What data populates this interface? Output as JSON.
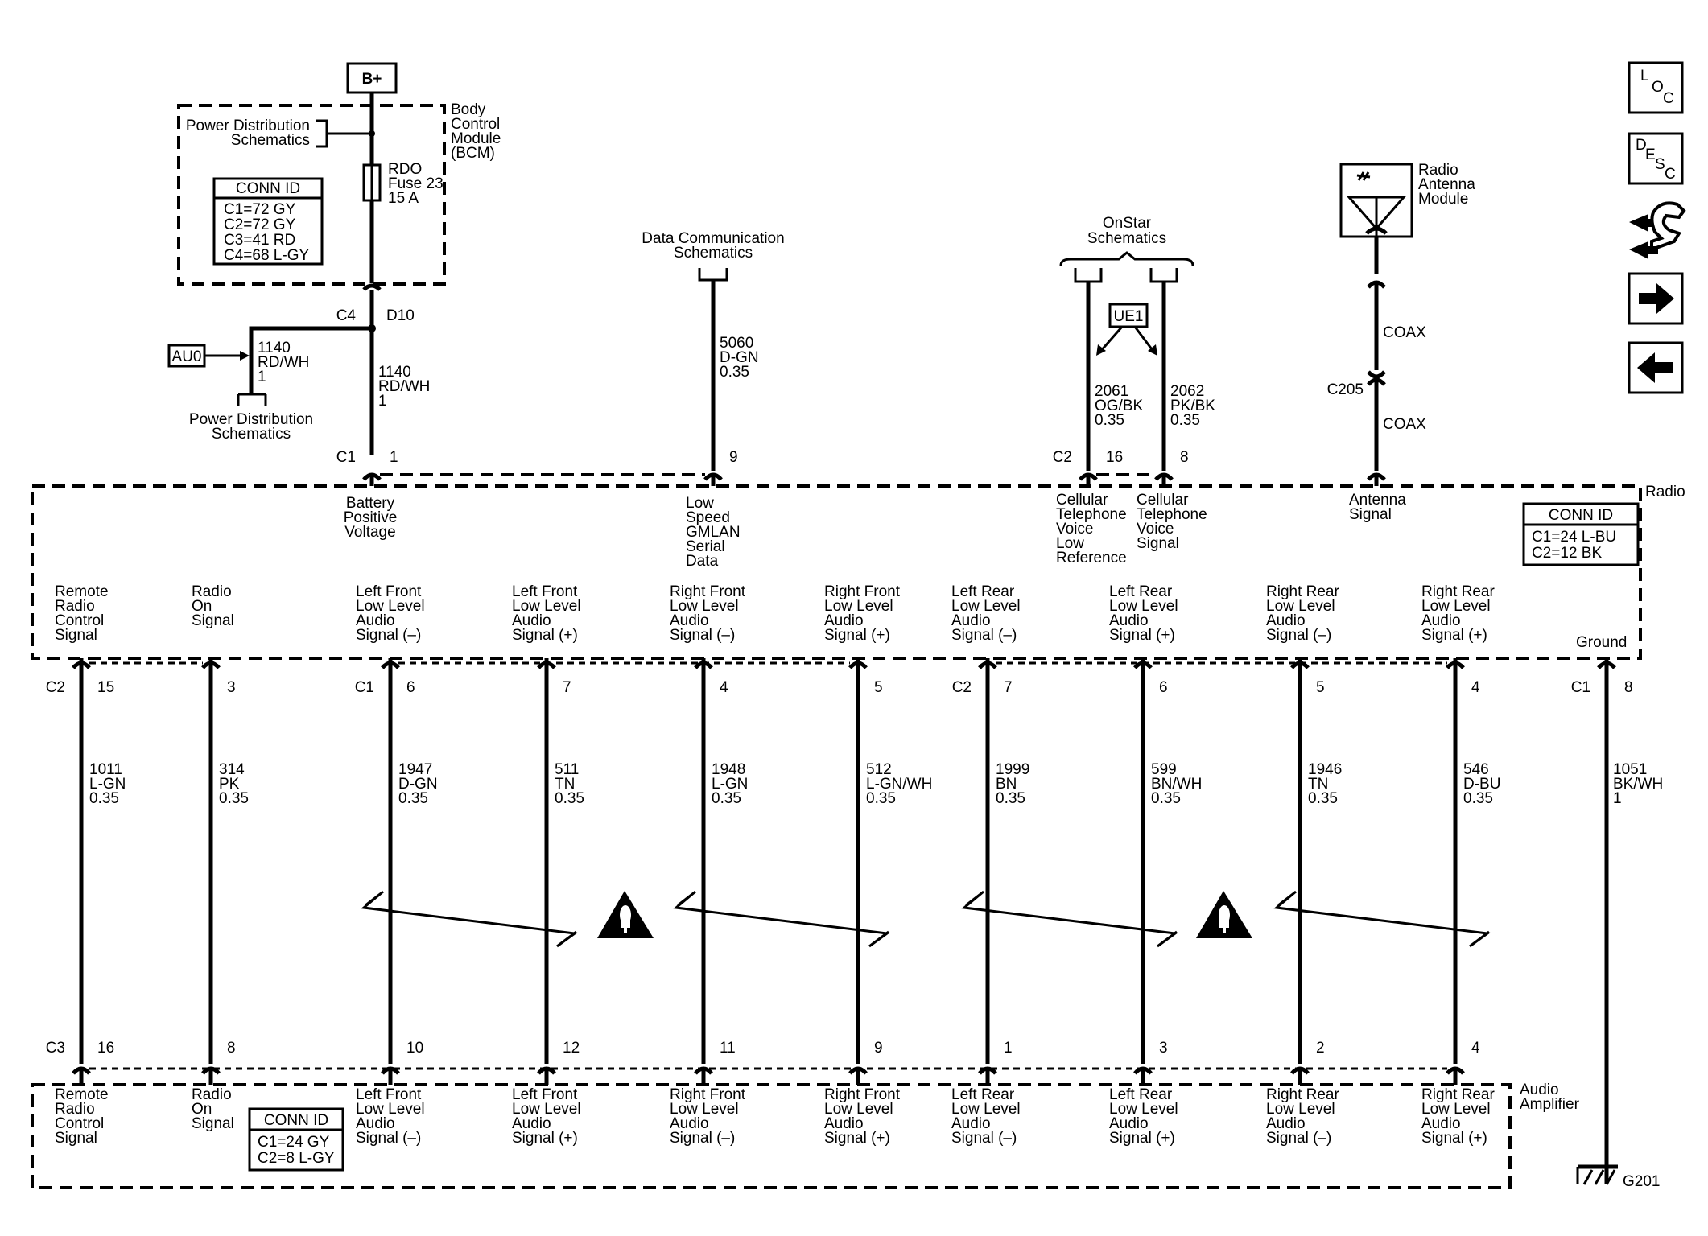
{
  "top": {
    "bplus": "B+",
    "bcm_label": [
      "Body",
      "Control",
      "Module",
      "(BCM)"
    ],
    "pds_top": [
      "Power Distribution",
      "Schematics"
    ],
    "fuse": [
      "RDO",
      "Fuse 23",
      "15 A"
    ],
    "bcm_conn": {
      "title": "CONN ID",
      "lines": [
        "C1=72 GY",
        "C2=72 GY",
        "C3=41 RD",
        "C4=68 L-GY"
      ]
    },
    "c4": "C4",
    "d10": "D10",
    "au0": "AU0",
    "splice_wire": [
      "1140",
      "RD/WH",
      "1"
    ],
    "main_wire": [
      "1140",
      "RD/WH",
      "1"
    ],
    "pds_bottom": [
      "Power Distribution",
      "Schematics"
    ],
    "data_comm": [
      "Data Communication",
      "Schematics"
    ],
    "wire_5060": [
      "5060",
      "D-GN",
      "0.35"
    ],
    "onstar": [
      "OnStar",
      "Schematics"
    ],
    "ue1": "UE1",
    "wire_2061": [
      "2061",
      "OG/BK",
      "0.35"
    ],
    "wire_2062": [
      "2062",
      "PK/BK",
      "0.35"
    ],
    "antenna_module": [
      "Radio",
      "Antenna",
      "Module"
    ],
    "coax_top": "COAX",
    "c205": "C205",
    "coax_bottom": "COAX"
  },
  "radio": {
    "label": "Radio",
    "conn": {
      "title": "CONN ID",
      "lines": [
        "C1=24 L-BU",
        "C2=12 BK"
      ]
    },
    "top_pins": [
      {
        "conn": "C1",
        "pin": "1",
        "label": [
          "Battery",
          "Positive",
          "Voltage"
        ]
      },
      {
        "conn": "",
        "pin": "9",
        "label": [
          "Low",
          "Speed",
          "GMLAN",
          "Serial",
          "Data"
        ]
      },
      {
        "conn": "C2",
        "pin": "16",
        "label": [
          "Cellular",
          "Telephone",
          "Voice",
          "Low",
          "Reference"
        ]
      },
      {
        "conn": "",
        "pin": "8",
        "label": [
          "Cellular",
          "Telephone",
          "Voice",
          "Signal"
        ]
      },
      {
        "conn": "",
        "pin": "",
        "label": [
          "Antenna",
          "Signal"
        ]
      }
    ],
    "bottom_labels": [
      [
        "Remote",
        "Radio",
        "Control",
        "Signal"
      ],
      [
        "Radio",
        "On",
        "Signal"
      ],
      [
        "Left Front",
        "Low Level",
        "Audio",
        "Signal (–)"
      ],
      [
        "Left Front",
        "Low Level",
        "Audio",
        "Signal (+)"
      ],
      [
        "Right Front",
        "Low Level",
        "Audio",
        "Signal (–)"
      ],
      [
        "Right Front",
        "Low Level",
        "Audio",
        "Signal (+)"
      ],
      [
        "Left Rear",
        "Low Level",
        "Audio",
        "Signal (–)"
      ],
      [
        "Left Rear",
        "Low Level",
        "Audio",
        "Signal (+)"
      ],
      [
        "Right Rear",
        "Low Level",
        "Audio",
        "Signal (–)"
      ],
      [
        "Right Rear",
        "Low Level",
        "Audio",
        "Signal (+)"
      ]
    ],
    "ground": "Ground"
  },
  "circuits": [
    {
      "rconn": "C2",
      "rpin": "15",
      "wire": [
        "1011",
        "L-GN",
        "0.35"
      ],
      "aconn": "C3",
      "apin": "16"
    },
    {
      "rconn": "",
      "rpin": "3",
      "wire": [
        "314",
        "PK",
        "0.35"
      ],
      "aconn": "",
      "apin": "8"
    },
    {
      "rconn": "C1",
      "rpin": "6",
      "wire": [
        "1947",
        "D-GN",
        "0.35"
      ],
      "aconn": "",
      "apin": "10"
    },
    {
      "rconn": "",
      "rpin": "7",
      "wire": [
        "511",
        "TN",
        "0.35"
      ],
      "aconn": "",
      "apin": "12"
    },
    {
      "rconn": "",
      "rpin": "4",
      "wire": [
        "1948",
        "L-GN",
        "0.35"
      ],
      "aconn": "",
      "apin": "11"
    },
    {
      "rconn": "",
      "rpin": "5",
      "wire": [
        "512",
        "L-GN/WH",
        "0.35"
      ],
      "aconn": "",
      "apin": "9"
    },
    {
      "rconn": "C2",
      "rpin": "7",
      "wire": [
        "1999",
        "BN",
        "0.35"
      ],
      "aconn": "",
      "apin": "1"
    },
    {
      "rconn": "",
      "rpin": "6",
      "wire": [
        "599",
        "BN/WH",
        "0.35"
      ],
      "aconn": "",
      "apin": "3"
    },
    {
      "rconn": "",
      "rpin": "5",
      "wire": [
        "1946",
        "TN",
        "0.35"
      ],
      "aconn": "",
      "apin": "2"
    },
    {
      "rconn": "",
      "rpin": "4",
      "wire": [
        "546",
        "D-BU",
        "0.35"
      ],
      "aconn": "",
      "apin": "4"
    }
  ],
  "ground_circuit": {
    "rconn": "C1",
    "rpin": "8",
    "wire": [
      "1051",
      "BK/WH",
      "1"
    ],
    "ground_id": "G201"
  },
  "amplifier": {
    "label": [
      "Audio",
      "Amplifier"
    ],
    "conn": {
      "title": "CONN ID",
      "lines": [
        "C1=24 GY",
        "C2=8 L-GY"
      ]
    },
    "labels": [
      [
        "Remote",
        "Radio",
        "Control",
        "Signal"
      ],
      [
        "Radio",
        "On",
        "Signal"
      ],
      [
        "Left Front",
        "Low Level",
        "Audio",
        "Signal (–)"
      ],
      [
        "Left Front",
        "Low Level",
        "Audio",
        "Signal (+)"
      ],
      [
        "Right Front",
        "Low Level",
        "Audio",
        "Signal (–)"
      ],
      [
        "Right Front",
        "Low Level",
        "Audio",
        "Signal (+)"
      ],
      [
        "Left Rear",
        "Low Level",
        "Audio",
        "Signal (–)"
      ],
      [
        "Left Rear",
        "Low Level",
        "Audio",
        "Signal (+)"
      ],
      [
        "Right Rear",
        "Low Level",
        "Audio",
        "Signal (–)"
      ],
      [
        "Right Rear",
        "Low Level",
        "Audio",
        "Signal (+)"
      ]
    ]
  },
  "nav": {
    "loc": [
      "L",
      "O",
      "C"
    ],
    "desc": [
      "D",
      "E",
      "S",
      "C"
    ],
    "icons": [
      "loc-icon",
      "desc-icon",
      "connector-harness-icon",
      "next-arrow-icon",
      "previous-arrow-icon"
    ]
  }
}
